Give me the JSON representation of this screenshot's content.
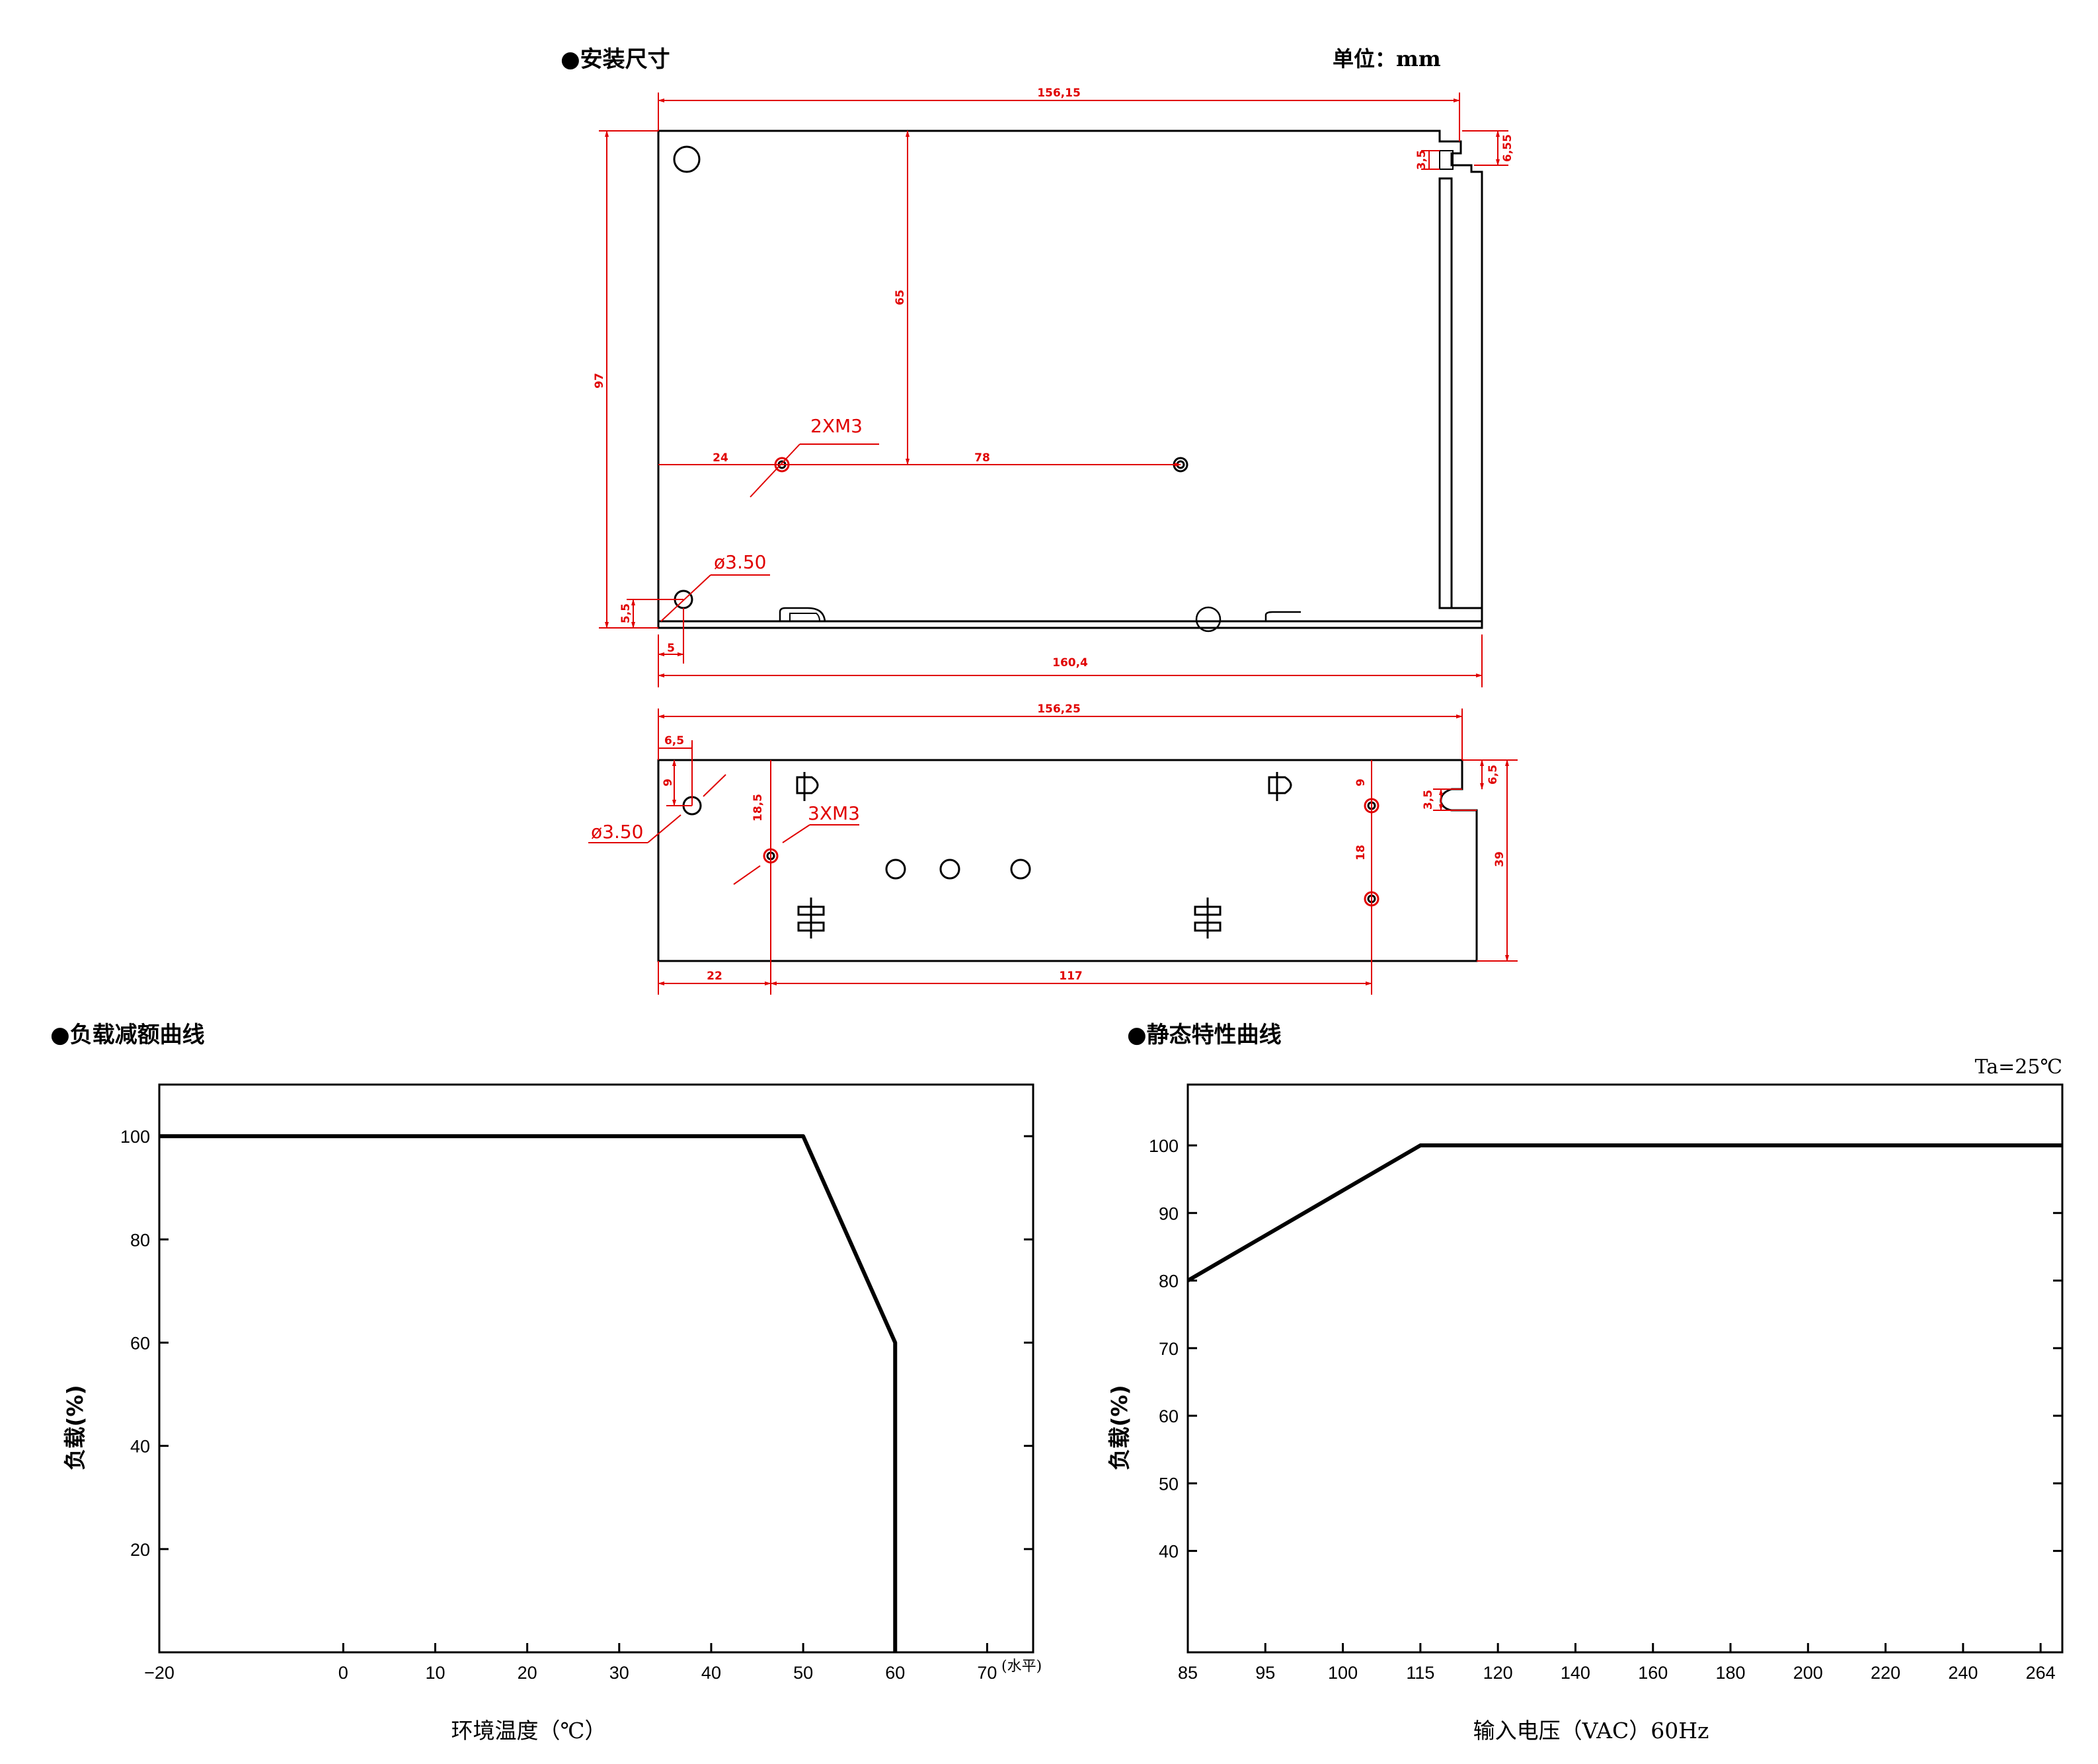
{
  "headings": {
    "install": "●安装尺寸",
    "unit": "单位：mm",
    "derating": "●负载减额曲线",
    "static": "●静态特性曲线"
  },
  "top_view_dims": {
    "width_top": "156,15",
    "height_total": "97",
    "height_hole": "65",
    "offset_left": "24",
    "hole_spacing": "78",
    "screws": "2XM3",
    "hole_dia": "ø3.50",
    "edge_bottom": "5,5",
    "edge_left": "5",
    "width_bottom": "160,4",
    "tab_height": "6,55",
    "tab_small": "3,5"
  },
  "side_view_dims": {
    "width_top": "156,25",
    "edge_left": "6,5",
    "edge_top": "9",
    "hole_dia": "ø3.50",
    "hole_height": "18,5",
    "screws": "3XM3",
    "right_top": "9",
    "right_spacing": "18",
    "tab_height": "6,5",
    "tab_small": "3,5",
    "height": "39",
    "offset_left": "22",
    "hole_spacing": "117"
  },
  "chart_data": [
    {
      "type": "line",
      "title": "负载减额曲线",
      "xlabel": "环境温度（℃）",
      "ylabel": "负载(%)",
      "x_ticks": [
        "-20",
        "0",
        "10",
        "20",
        "30",
        "40",
        "50",
        "60",
        "70"
      ],
      "x_tick_suffix": "(水平)",
      "y_ticks": [
        "20",
        "40",
        "60",
        "80",
        "100"
      ],
      "xlim": [
        -20,
        75
      ],
      "ylim": [
        0,
        110
      ],
      "series": [
        {
          "x": [
            -20,
            50,
            60,
            60
          ],
          "y": [
            100,
            100,
            60,
            0
          ]
        }
      ],
      "grid": false
    },
    {
      "type": "line",
      "title": "静态特性曲线",
      "annotation": "Ta=25℃",
      "xlabel": "输入电压（VAC）60Hz",
      "ylabel": "负载(%)",
      "x_ticks": [
        "85",
        "95",
        "100",
        "115",
        "120",
        "140",
        "160",
        "180",
        "200",
        "220",
        "240",
        "264"
      ],
      "y_ticks": [
        "40",
        "50",
        "60",
        "70",
        "80",
        "90",
        "100"
      ],
      "ylim": [
        25,
        109
      ],
      "series": [
        {
          "x": [
            "85",
            "115",
            "264"
          ],
          "y": [
            80,
            100,
            100
          ]
        }
      ],
      "grid": false
    }
  ]
}
